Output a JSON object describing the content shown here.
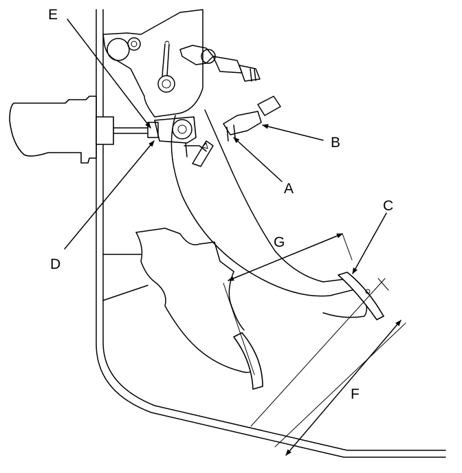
{
  "callouts": {
    "a": "A",
    "b": "B",
    "c": "C",
    "d": "D",
    "e": "E",
    "f": "F",
    "g": "G"
  },
  "colors": {
    "ink": "#000000",
    "paper": "#ffffff"
  }
}
